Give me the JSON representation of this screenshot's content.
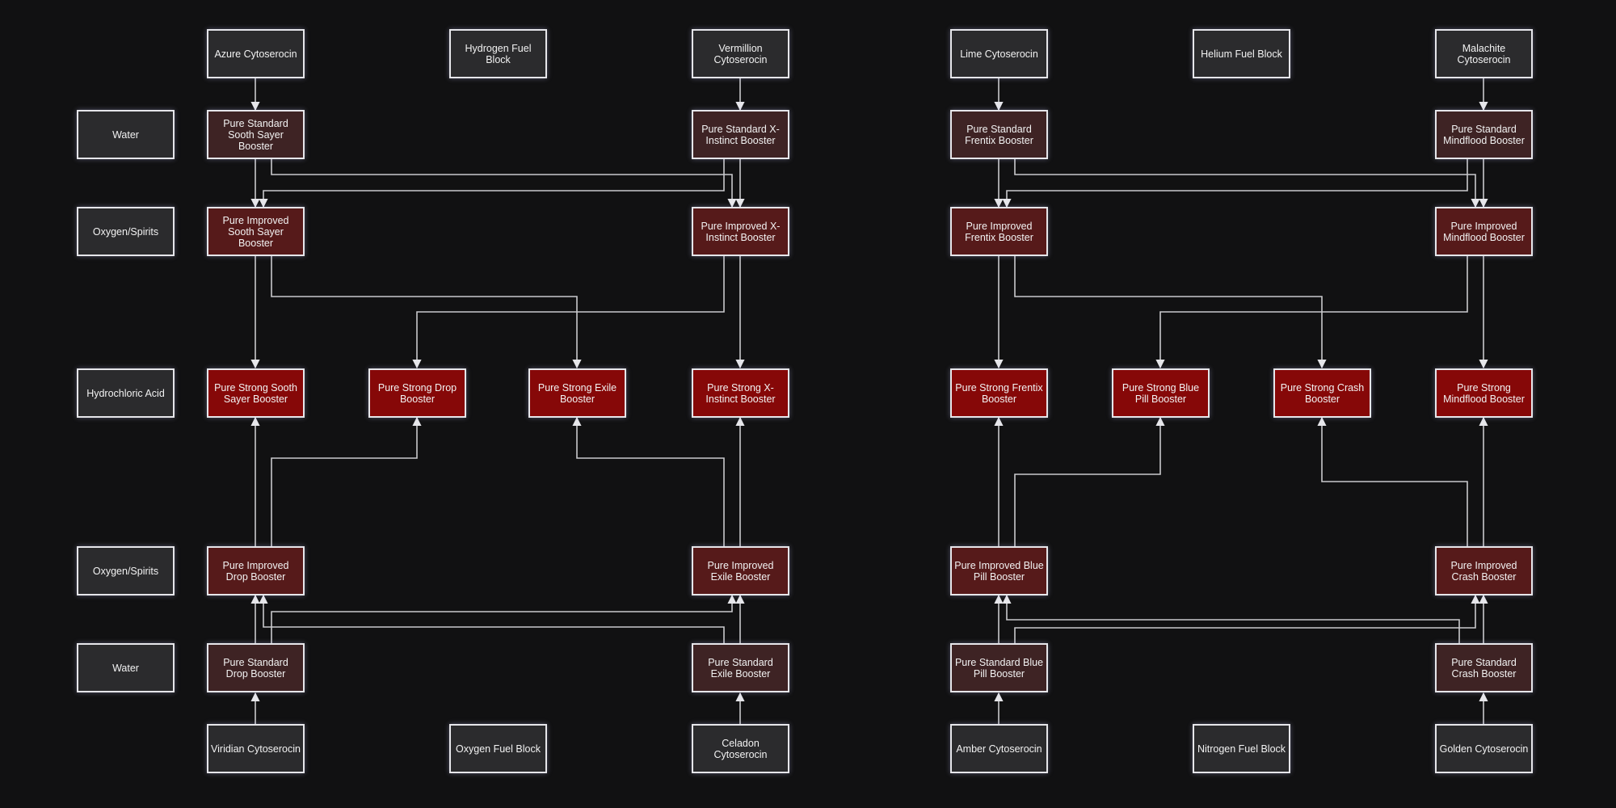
{
  "colors": {
    "background": "#111112",
    "input": "#2b2b2d",
    "standard": "#3e2324",
    "improved": "#561a1a",
    "strong": "#860808",
    "edge": "#c9c9cc",
    "border": "#e6e6ea"
  },
  "nodes": {
    "row_water_1": "Water",
    "row_oxygen_1": "Oxygen/Spirits",
    "row_hcl": "Hydrochloric Acid",
    "row_oxygen_2": "Oxygen/Spirits",
    "row_water_2": "Water",
    "azure": "Azure Cytoserocin",
    "hydrogen_block": "Hydrogen Fuel Block",
    "vermillion": "Vermillion Cytoserocin",
    "lime": "Lime Cytoserocin",
    "helium_block": "Helium Fuel Block",
    "malachite": "Malachite Cytoserocin",
    "std_sooth": "Pure Standard Sooth Sayer Booster",
    "std_xinstinct": "Pure Standard X-Instinct Booster",
    "std_frentix": "Pure Standard Frentix Booster",
    "std_mindflood": "Pure Standard Mindflood Booster",
    "imp_sooth": "Pure Improved Sooth Sayer Booster",
    "imp_xinstinct": "Pure Improved X-Instinct Booster",
    "imp_frentix": "Pure Improved Frentix Booster",
    "imp_mindflood": "Pure Improved Mindflood Booster",
    "str_sooth": "Pure Strong Sooth Sayer Booster",
    "str_drop": "Pure Strong Drop Booster",
    "str_exile": "Pure Strong Exile Booster",
    "str_xinstinct": "Pure Strong X-Instinct Booster",
    "str_frentix": "Pure Strong Frentix Booster",
    "str_bluepill": "Pure Strong Blue Pill Booster",
    "str_crash": "Pure Strong Crash Booster",
    "str_mindflood": "Pure Strong Mindflood Booster",
    "imp_drop": "Pure Improved Drop Booster",
    "imp_exile": "Pure Improved Exile Booster",
    "imp_bluepill": "Pure Improved Blue Pill Booster",
    "imp_crash": "Pure Improved Crash Booster",
    "std_drop": "Pure Standard Drop Booster",
    "std_exile": "Pure Standard Exile Booster",
    "std_bluepill": "Pure Standard Blue Pill Booster",
    "std_crash": "Pure Standard Crash Booster",
    "viridian": "Viridian Cytoserocin",
    "oxygen_block": "Oxygen Fuel Block",
    "celadon": "Celadon Cytoserocin",
    "amber": "Amber Cytoserocin",
    "nitrogen_block": "Nitrogen Fuel Block",
    "golden": "Golden Cytoserocin"
  }
}
